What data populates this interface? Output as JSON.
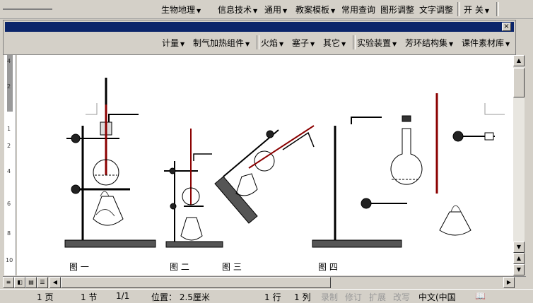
{
  "top_toolbar": {
    "items": [
      {
        "label": "生物地理"
      },
      {
        "label": "信息技术"
      },
      {
        "label": "通用"
      },
      {
        "label": "教案模板"
      },
      {
        "label": "常用查询"
      },
      {
        "label": "图形调整"
      },
      {
        "label": "文字调整"
      },
      {
        "label": "开 关"
      }
    ]
  },
  "float_toolbar": {
    "close_glyph": "×",
    "items": [
      {
        "label": "计量"
      },
      {
        "label": "制气加热组件"
      },
      {
        "label": "火焰"
      },
      {
        "label": "塞子"
      },
      {
        "label": "其它"
      },
      {
        "label": "实验装置"
      },
      {
        "label": "芳环结构集"
      },
      {
        "label": "课件素材库"
      }
    ]
  },
  "ruler": {
    "ticks": [
      "4",
      "2",
      "1",
      "2",
      "4",
      "6",
      "8",
      "10"
    ]
  },
  "document": {
    "captions": [
      "图 一",
      "图 二",
      "图 三",
      "图 四"
    ]
  },
  "status_bar": {
    "page": "1 页",
    "section": "1 节",
    "page_of": "1/1",
    "position": "位置： 2.5厘米",
    "line": "1 行",
    "column": "1 列",
    "modes": [
      "录制",
      "修订",
      "扩展",
      "改写"
    ],
    "language": "中文(中国"
  }
}
